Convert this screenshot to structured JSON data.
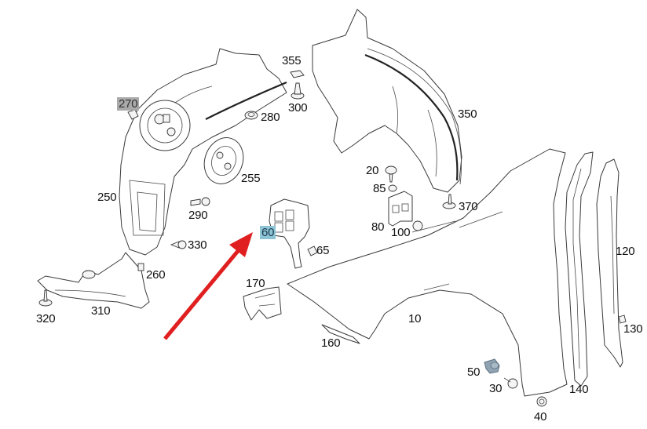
{
  "diagram": {
    "title": "Front fender and wheel arch liner assembly - exploded parts diagram",
    "highlight_colors": {
      "gray_label": "#a9a9a9",
      "blue_label": "#8cc4d6",
      "arrow": "#e02020",
      "blue_part": "#8fa3b3"
    },
    "callouts": [
      {
        "id": "270",
        "text": "270",
        "part": "clip",
        "highlight": "gray"
      },
      {
        "id": "280",
        "text": "280",
        "part": "nut"
      },
      {
        "id": "355",
        "text": "355",
        "part": "clip"
      },
      {
        "id": "300",
        "text": "300",
        "part": "expansion-rivet"
      },
      {
        "id": "350",
        "text": "350",
        "part": "rear-wheel-arch-liner"
      },
      {
        "id": "250",
        "text": "250",
        "part": "front-wheel-arch-liner"
      },
      {
        "id": "255",
        "text": "255",
        "part": "cover-plate"
      },
      {
        "id": "290",
        "text": "290",
        "part": "rivet"
      },
      {
        "id": "330",
        "text": "330",
        "part": "screw"
      },
      {
        "id": "260",
        "text": "260",
        "part": "clip"
      },
      {
        "id": "320",
        "text": "320",
        "part": "screw"
      },
      {
        "id": "310",
        "text": "310",
        "part": "lower-bracket"
      },
      {
        "id": "60",
        "text": "60",
        "part": "fender-bracket",
        "highlight": "blue"
      },
      {
        "id": "65",
        "text": "65",
        "part": "clip-nut"
      },
      {
        "id": "170",
        "text": "170",
        "part": "support-bracket"
      },
      {
        "id": "160",
        "text": "160",
        "part": "seal-strip"
      },
      {
        "id": "20",
        "text": "20",
        "part": "bolt"
      },
      {
        "id": "85",
        "text": "85",
        "part": "nut"
      },
      {
        "id": "80",
        "text": "80",
        "part": "bracket"
      },
      {
        "id": "100",
        "text": "100",
        "part": "rivet"
      },
      {
        "id": "370",
        "text": "370",
        "part": "screw"
      },
      {
        "id": "10",
        "text": "10",
        "part": "front-fender"
      },
      {
        "id": "120",
        "text": "120",
        "part": "rear-seal"
      },
      {
        "id": "130",
        "text": "130",
        "part": "screw"
      },
      {
        "id": "140",
        "text": "140",
        "part": "trim-panel"
      },
      {
        "id": "50",
        "text": "50",
        "part": "spacer-bolt"
      },
      {
        "id": "30",
        "text": "30",
        "part": "bolt"
      },
      {
        "id": "40",
        "text": "40",
        "part": "nut"
      }
    ],
    "pointer_arrow": {
      "points_to": "60",
      "color": "#e02020"
    }
  }
}
